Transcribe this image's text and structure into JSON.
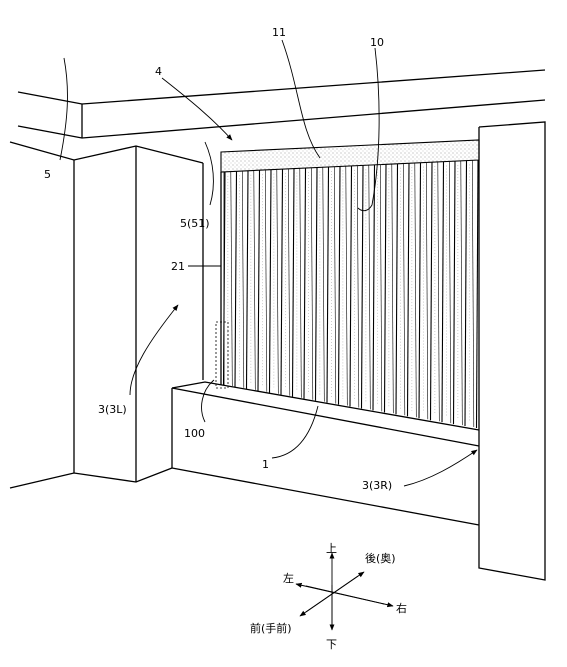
{
  "labels": {
    "l5_top": "5",
    "l4": "4",
    "l11": "11",
    "l10": "10",
    "l5_51": "5(51)",
    "l21": "21",
    "l3_3L": "3(3L)",
    "l100": "100",
    "l1": "1",
    "l3_3R": "3(3R)"
  },
  "compass": {
    "up": "上",
    "down": "下",
    "back": "後(奥)",
    "front": "前(手前)",
    "left": "左",
    "right": "右"
  },
  "colors": {
    "line": "#000000",
    "stipple": "#9a9a9a",
    "background": "#ffffff"
  }
}
